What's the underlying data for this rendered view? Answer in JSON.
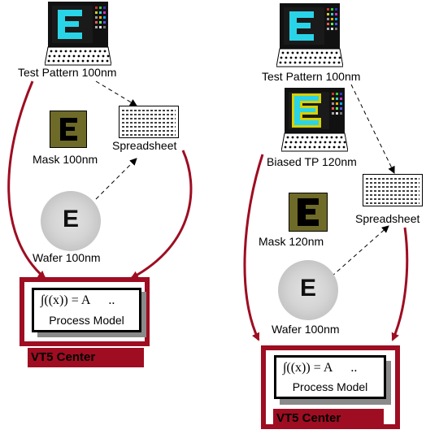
{
  "colors": {
    "accent": "#9e0d22",
    "e_cyan": "#2ad4e8",
    "e_olive_bg": "#6e6a28",
    "e_yellow": "#d8d000"
  },
  "left": {
    "test_pattern_label": "Test Pattern 100nm",
    "mask_label": "Mask 100nm",
    "spreadsheet_label": "Spreadsheet",
    "wafer_label": "Wafer 100nm",
    "process_model": {
      "formula": "∫((x)) = A",
      "ellipsis": "..",
      "label": "Process Model"
    },
    "center_label": "VT5 Center"
  },
  "right": {
    "test_pattern_label": "Test Pattern 100nm",
    "biased_label": "Biased TP 120nm",
    "mask_label": "Mask 120nm",
    "spreadsheet_label": "Spreadsheet",
    "wafer_label": "Wafer 100nm",
    "process_model": {
      "formula": "∫((x)) = A",
      "ellipsis": "..",
      "label": "Process Model"
    },
    "center_label": "VT5 Center"
  },
  "glyph": "E",
  "icons": {
    "monitor": "computer-monitor-icon",
    "spreadsheet": "spreadsheet-icon",
    "mask": "photomask-icon",
    "wafer": "wafer-icon"
  }
}
